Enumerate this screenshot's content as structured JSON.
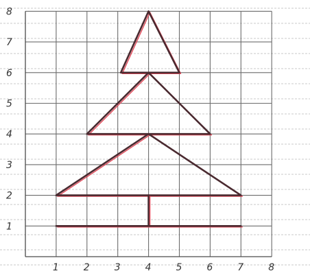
{
  "chart_data": {
    "type": "line",
    "xlim": [
      0,
      8
    ],
    "ylim": [
      0,
      8
    ],
    "grid": true,
    "x_ticks": [
      "1",
      "2",
      "3",
      "4",
      "5",
      "6",
      "7",
      "8"
    ],
    "y_ticks": [
      "1",
      "2",
      "3",
      "4",
      "5",
      "6",
      "7",
      "8"
    ],
    "shapes": [
      {
        "kind": "triangle",
        "points": [
          [
            3.1,
            6
          ],
          [
            4,
            8
          ],
          [
            5,
            6
          ]
        ]
      },
      {
        "kind": "triangle",
        "points": [
          [
            2,
            4
          ],
          [
            4,
            6
          ],
          [
            6,
            4
          ]
        ]
      },
      {
        "kind": "triangle",
        "points": [
          [
            1,
            2
          ],
          [
            4,
            4
          ],
          [
            7,
            2
          ]
        ]
      },
      {
        "kind": "segment",
        "points": [
          [
            4,
            2
          ],
          [
            4,
            1
          ]
        ]
      },
      {
        "kind": "segment",
        "points": [
          [
            1,
            1
          ],
          [
            7,
            1
          ]
        ]
      }
    ],
    "line_colors": {
      "outline": "#4a2a30",
      "highlight": "#e24a5a"
    }
  }
}
